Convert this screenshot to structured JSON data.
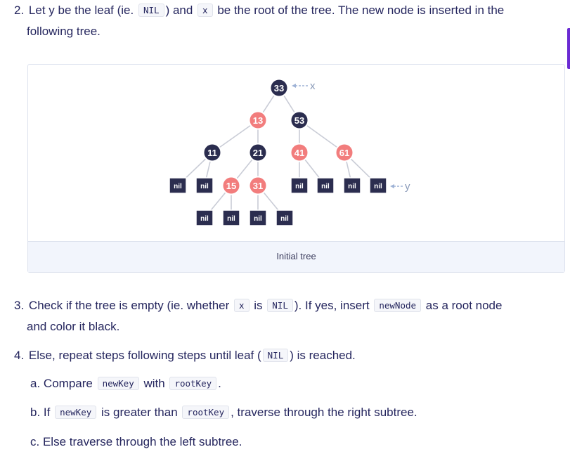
{
  "step2": {
    "number": "2.",
    "text_a": "Let y be the leaf (ie.",
    "code_nil": "NIL",
    "text_b": ") and",
    "code_x": "x",
    "text_c": "be the root of the tree. The new node is inserted in the",
    "text_d": "following tree."
  },
  "figure": {
    "caption": "Initial tree",
    "pointer_x": "x",
    "pointer_y": "y",
    "colors": {
      "black_node": "#2b2d4f",
      "red_node": "#f27d7d",
      "nil_box": "#2b2d4f",
      "edge": "#c9ccd6",
      "pointer": "#9fb3d6"
    },
    "nodes": [
      {
        "id": "n33",
        "label": "33",
        "color": "black"
      },
      {
        "id": "n13",
        "label": "13",
        "color": "red"
      },
      {
        "id": "n53",
        "label": "53",
        "color": "black"
      },
      {
        "id": "n11",
        "label": "11",
        "color": "black"
      },
      {
        "id": "n21",
        "label": "21",
        "color": "black"
      },
      {
        "id": "n41",
        "label": "41",
        "color": "red"
      },
      {
        "id": "n61",
        "label": "61",
        "color": "red"
      },
      {
        "id": "n15",
        "label": "15",
        "color": "red"
      },
      {
        "id": "n31",
        "label": "31",
        "color": "red"
      }
    ],
    "nil_label": "nil"
  },
  "step3": {
    "number": "3.",
    "text_a": "Check if the tree is empty (ie. whether",
    "code_x": "x",
    "text_b": "is",
    "code_nil": "NIL",
    "text_c": "). If yes, insert",
    "code_newnode": "newNode",
    "text_d": "as a root node",
    "text_e": "and color it black."
  },
  "step4": {
    "number": "4.",
    "text_a": "Else, repeat steps following steps until leaf (",
    "code_nil": "NIL",
    "text_b": ") is reached."
  },
  "sub_a": {
    "label": "a.",
    "text_a": "Compare",
    "code_newkey": "newKey",
    "text_b": "with",
    "code_rootkey": "rootKey",
    "text_c": "."
  },
  "sub_b": {
    "label": "b.",
    "text_a": "If",
    "code_newkey": "newKey",
    "text_b": "is greater than",
    "code_rootkey": "rootKey",
    "text_c": ", traverse through the right subtree."
  },
  "sub_c": {
    "label": "c.",
    "text": "Else traverse through the left subtree."
  }
}
